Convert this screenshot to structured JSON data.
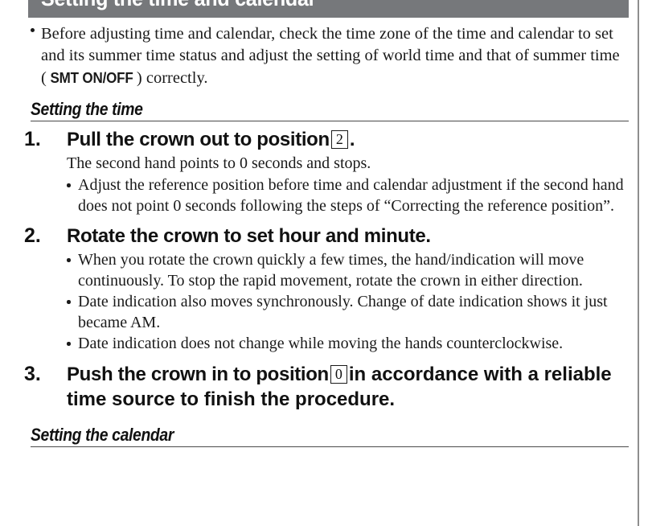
{
  "colors": {
    "banner_bg": "#76787b",
    "banner_text": "#ffffff",
    "body_text": "#1a1a1a",
    "rule": "#4a4a4a",
    "page_edge_rule": "#8e8e8e"
  },
  "banner": {
    "title": "Setting the time and calendar"
  },
  "note": {
    "bullet_glyph": "•",
    "text_before": "Before adjusting time and calendar, check the time zone of the time and calendar to set and its summer time status and adjust the setting of world time and that of summer time (",
    "emphasis": "SMT ON/OFF",
    "text_after": ") correctly."
  },
  "sections": [
    {
      "heading": "Setting the time",
      "steps": [
        {
          "number": "1.",
          "title_before": "Pull the crown out to position",
          "position_box": "2",
          "title_after": ".",
          "subtext": "The second hand points to 0 seconds and stops.",
          "bullets": [
            "Adjust the reference position before time and calendar adjustment if the second hand does not point 0 seconds following the steps of “Correcting the reference position”."
          ]
        },
        {
          "number": "2.",
          "title_before": "Rotate the crown to set hour and minute.",
          "position_box": "",
          "title_after": "",
          "subtext": "",
          "bullets": [
            "When you rotate the crown quickly a few times, the hand/indication will move continuously. To stop the rapid movement, rotate the crown in either direction.",
            "Date indication also moves synchronously. Change of date indication shows it just became AM.",
            "Date indication does not change while moving the hands counterclockwise."
          ]
        },
        {
          "number": "3.",
          "title_before": "Push the crown in to position",
          "position_box": "0",
          "title_after": "in accordance with a reliable time source to finish the procedure.",
          "subtext": "",
          "bullets": []
        }
      ]
    },
    {
      "heading": "Setting the calendar",
      "steps": []
    }
  ]
}
